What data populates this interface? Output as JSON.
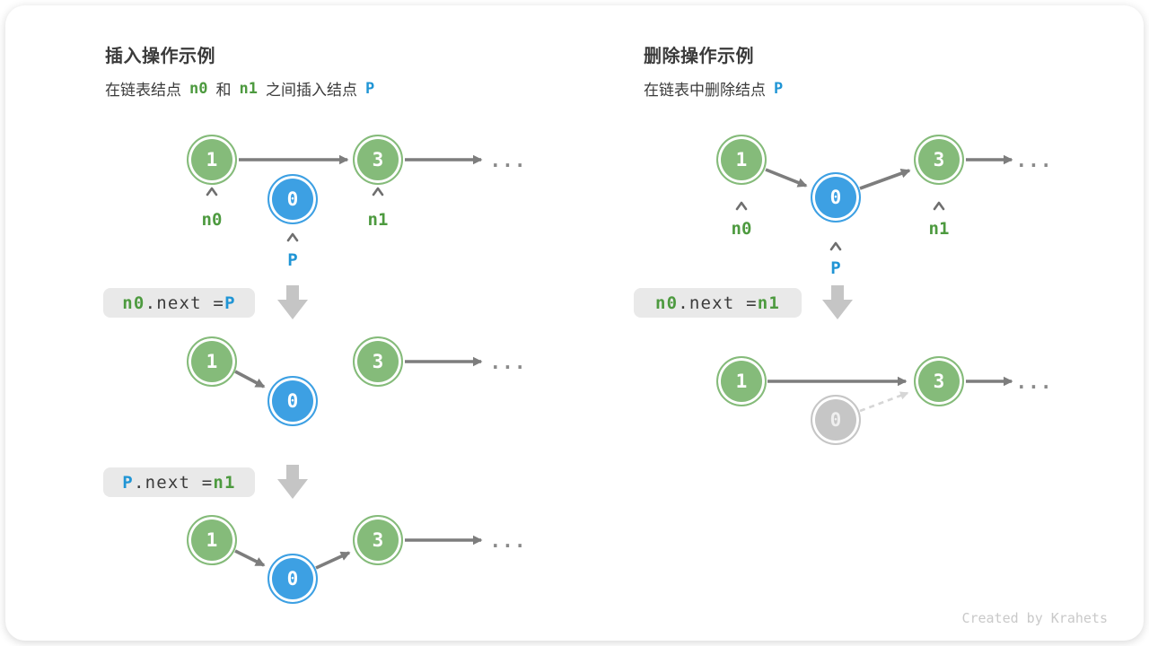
{
  "colors": {
    "node_green": "#85bb7a",
    "node_blue": "#3da0e3",
    "node_gray": "#c6c6c6",
    "arrow_gray": "#7d7d7d",
    "dashed_gray": "#d6d6d6",
    "label_green": "#4d9a3f",
    "label_blue": "#2095d5",
    "code_bg": "#e9e9e9",
    "text_dark": "#3b3b3b",
    "block_arrow": "#c5c5c5",
    "credit_gray": "#c9c9c9"
  },
  "values": {
    "one": "1",
    "three": "3",
    "zero": "0"
  },
  "labels": {
    "n0": "n0",
    "n1": "n1",
    "p": "P"
  },
  "ellipsis": "...",
  "insert": {
    "title": "插入操作示例",
    "subtitle": {
      "pre": "在链表结点",
      "tok1": "n0",
      "mid": "和",
      "tok2": "n1",
      "post": "之间插入结点",
      "tok3": "P"
    },
    "code1": {
      "a": "n0",
      "dot": ".next = ",
      "b": "P"
    },
    "code2": {
      "a": "P",
      "dot": ".next = ",
      "b": "n1"
    }
  },
  "delete": {
    "title": "删除操作示例",
    "subtitle": {
      "pre": "在链表中删除结点",
      "tok": "P"
    },
    "code": {
      "a": "n0",
      "dot": ".next = ",
      "b": "n1"
    }
  },
  "credit": "Created by Krahets"
}
